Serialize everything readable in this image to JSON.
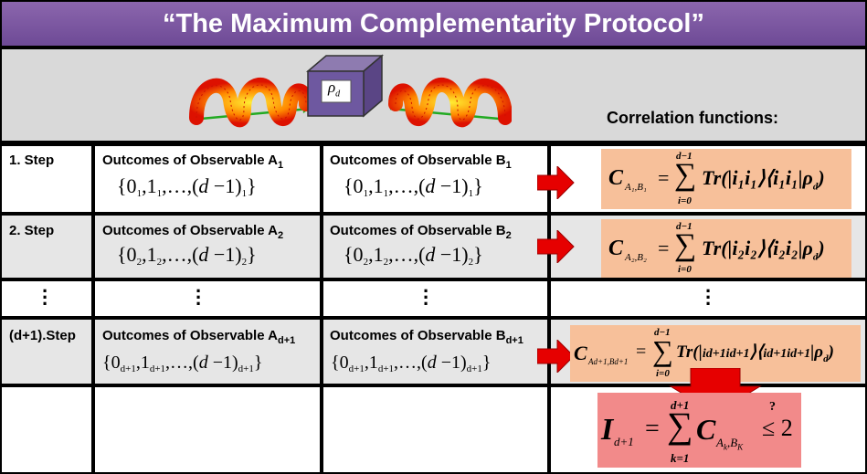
{
  "title": "“The Maximum Complementarity Protocol”",
  "source_label": "ρ",
  "source_label_sub": "d",
  "correlation_header": "Correlation functions:",
  "steps": [
    {
      "label": "1. Step",
      "obs_a": "Outcomes of Observable A",
      "a_sub": "1",
      "obs_b": "Outcomes of Observable B",
      "b_sub": "1",
      "set_sub": "1",
      "c_sub": "A₁,B₁",
      "ii": "i₁i₁"
    },
    {
      "label": "2. Step",
      "obs_a": "Outcomes of Observable A",
      "a_sub": "2",
      "obs_b": "Outcomes of Observable B",
      "b_sub": "2",
      "set_sub": "2",
      "c_sub": "A₂,B₂",
      "ii": "i₂i₂"
    },
    {
      "label": "(d+1).Step",
      "obs_a": "Outcomes of Observable A",
      "a_sub": "d+1",
      "obs_b": "Outcomes of Observable B",
      "b_sub": "d+1",
      "set_sub": "d+1",
      "c_sub": "Ad+1,Bd+1",
      "ii": "id+1id+1"
    }
  ],
  "formula_common": {
    "upper": "d−1",
    "lower": "i=0",
    "tr": "Tr",
    "rho": "ρ",
    "rho_sub": "d"
  },
  "final_formula": {
    "lhs": "I",
    "lhs_sub": "d+1",
    "upper": "d+1",
    "lower": "k=1",
    "c": "C",
    "c_sub": "A",
    "c_sub2": "k",
    "c_sub3": ",B",
    "c_sub4": "K",
    "rel": "≤ 2",
    "question": "?"
  },
  "colors": {
    "title_bg": "#7b58a2",
    "banner_bg": "#d9d9d9",
    "row_gray": "#e6e6e6",
    "formula_bg": "#f7c09a",
    "final_bg": "#f28a8a",
    "arrow": "#e60000"
  }
}
